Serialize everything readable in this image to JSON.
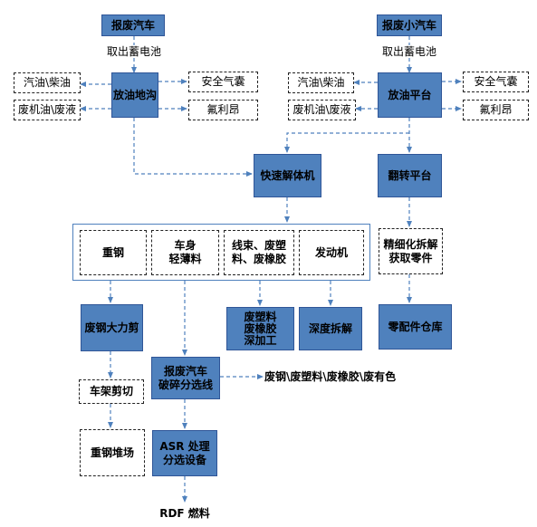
{
  "left": {
    "title": "报废汽车",
    "remove_battery": "取出蓄电池",
    "station": "放油地沟",
    "fuel": "汽油\\柴油",
    "waste_oil": "废机油\\废液",
    "airbag": "安全气囊",
    "freon": "氟利昂"
  },
  "right": {
    "title": "报废小汽车",
    "remove_battery": "取出蓄电池",
    "station": "放油平台",
    "fuel": "汽油\\柴油",
    "waste_oil": "废机油\\废液",
    "airbag": "安全气囊",
    "freon": "氟利昂",
    "flip": "翻转平台",
    "fine_dismantle": "精细化拆解\n获取零件",
    "parts_warehouse": "零配件仓库"
  },
  "center": {
    "dismantler": "快速解体机",
    "heavy_steel": "重钢",
    "body_light": "车身\n轻薄料",
    "harness_plastic": "线束、废塑\n料、废橡胶",
    "engine": "发动机"
  },
  "lower": {
    "shear": "废钢大力剪",
    "frame_cut": "车架剪切",
    "heavy_steel_yard": "重钢堆场",
    "plastic_processing": "废塑料\n废橡胶\n深加工",
    "deep_dismantle": "深度拆解",
    "shredder": "报废汽车\n破碎分选线",
    "shredder_output": "废钢\\废塑料\\废橡胶\\废有色",
    "asr": "ASR 处理\n分选设备",
    "rdf": "RDF 燃料"
  }
}
